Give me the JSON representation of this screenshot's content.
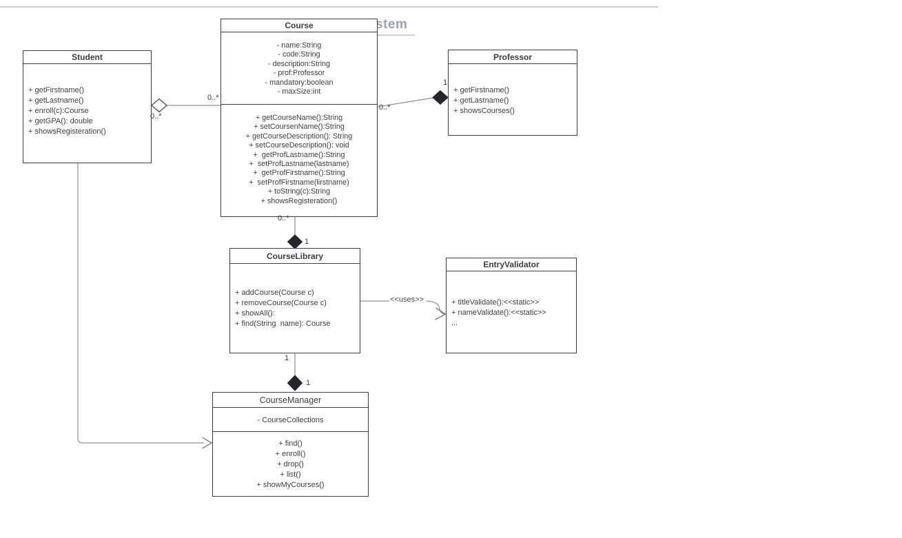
{
  "page": {
    "title_fragment": "stem"
  },
  "colors": {
    "box_border": "#3a3f44",
    "connector_line": "#8f9094",
    "diamond_fill": "#24272b",
    "title_fragment_text": "#9aa2b6",
    "title_fragment_underline": "#ccd0dc",
    "top_rule": "#c9c9ce",
    "text": "#3b4045"
  },
  "classes": {
    "student": {
      "title": "Student",
      "methods": [
        "+ getFirstname()",
        "+ getLastname()",
        "+ enroll(c):Course",
        "+ getGPA(): double",
        "+ showsRegisteration()"
      ]
    },
    "course": {
      "title": "Course",
      "attributes": [
        "- name:String",
        "- code:String",
        "- description:String",
        "- prof:Professor",
        "- mandatory:boolean",
        "- maxSize:int"
      ],
      "methods": [
        "+ getCourseName():String",
        "+ setCoursenName():String",
        "+ getCourseDescription(): String",
        "+ setCourseDescription(): void",
        "+  getProfLastname():String",
        "+  setProfLastname(lastname)",
        "+  getProfFirstname():String",
        "+  setProfFirstname(lirstname)",
        "+ toString(c):String",
        "+ showsRegisteration()"
      ]
    },
    "professor": {
      "title": "Professor",
      "methods": [
        "+ getFirstname()",
        "+ getLastname()",
        "+ showsCourses()"
      ]
    },
    "course_library": {
      "title": "CourseLibrary",
      "methods": [
        "+ addCourse(Course c)",
        "+ removeCourse(Course c)",
        "+ showAll():",
        "+ find(String  name): Course"
      ]
    },
    "entry_validator": {
      "title": "EntryValidator",
      "methods": [
        "+ titleValidate():<<static>>",
        "+ nameValidate():<<static>>",
        "..."
      ]
    },
    "course_manager": {
      "title": "CourseManager",
      "attributes": [
        "- CourseCollections"
      ],
      "methods": [
        "+ find()",
        "+ enroll()",
        "+ drop()",
        "+ list()",
        "+ showMyCourses()"
      ]
    }
  },
  "relationships": {
    "student_course": {
      "type": "aggregation",
      "student_end": "0..*",
      "course_end": "0..*"
    },
    "course_professor": {
      "type": "composition",
      "course_end": "0..*",
      "professor_end": "1"
    },
    "course_courselibrary": {
      "type": "composition",
      "course_end": "0..*",
      "library_end": "1"
    },
    "courselibrary_entryvalidator": {
      "type": "dependency",
      "label": "<<uses>>"
    },
    "courselibrary_coursemanager": {
      "type": "composition",
      "library_end": "1",
      "manager_end": "1"
    },
    "student_coursemanager": {
      "type": "dependency"
    }
  }
}
